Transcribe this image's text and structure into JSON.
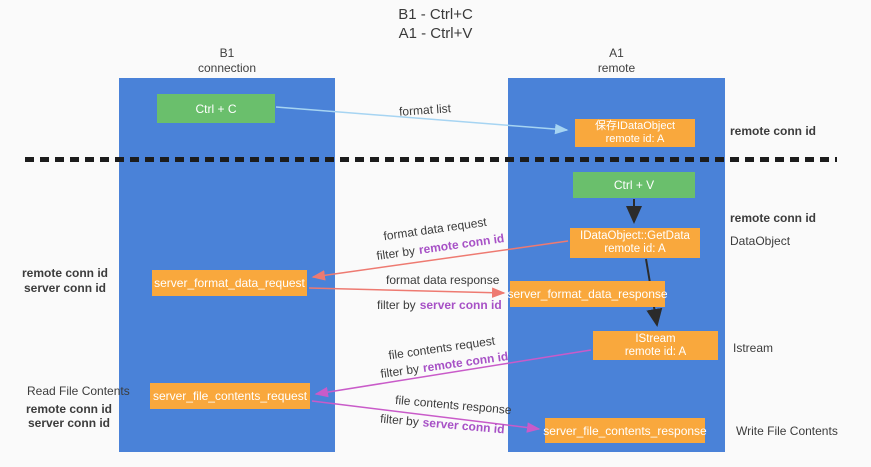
{
  "title": {
    "line1": "B1 - Ctrl+C",
    "line2": "A1 - Ctrl+V"
  },
  "lifelines": {
    "left": {
      "title": "B1",
      "subtitle": "connection"
    },
    "right": {
      "title": "A1",
      "subtitle": "remote"
    }
  },
  "boxes": {
    "ctrl_c": {
      "label": "Ctrl + C"
    },
    "save_idataobject": {
      "line1": "保存IDataObject",
      "line2": "remote id: A"
    },
    "ctrl_v": {
      "label": "Ctrl + V"
    },
    "getdata": {
      "line1": "IDataObject::GetData",
      "line2": "remote id: A"
    },
    "format_request": {
      "label": "server_format_data_request"
    },
    "format_response": {
      "label": "server_format_data_response"
    },
    "istream": {
      "line1": "IStream",
      "line2": "remote id: A"
    },
    "file_request": {
      "label": "server_file_contents_request"
    },
    "file_response": {
      "label": "server_file_contents_response"
    }
  },
  "flow_labels": {
    "format_list": "format list",
    "format_data_request": "format data request",
    "format_data_response": "format data response",
    "file_contents_request": "file contents request",
    "file_contents_response": "file contents response",
    "filter_by": "filter by",
    "remote_conn_id": "remote conn id",
    "server_conn_id": "server conn id"
  },
  "side_labels": {
    "left": {
      "remote_conn_id": "remote conn id",
      "server_conn_id": "server conn id",
      "read_file_contents": "Read File Contents",
      "remote_conn_id_2": "remote conn id",
      "server_conn_id_2": "server conn id"
    },
    "right": {
      "remote_conn_id_1": "remote conn id",
      "remote_conn_id_2": "remote conn id",
      "dataobject": "DataObject",
      "istream": "Istream",
      "write_file_contents": "Write File Contents"
    }
  },
  "colors": {
    "lifeline_blue": "#4a82d8",
    "box_green": "#6abf6c",
    "box_orange": "#f9a83d",
    "arrow_light_blue": "#a6d4f2",
    "arrow_salmon": "#ee7a71",
    "arrow_magenta": "#c95bc9",
    "arrow_black": "#2b2b2b",
    "label_purple": "#a751c6",
    "label_green": "#66bb6a"
  }
}
